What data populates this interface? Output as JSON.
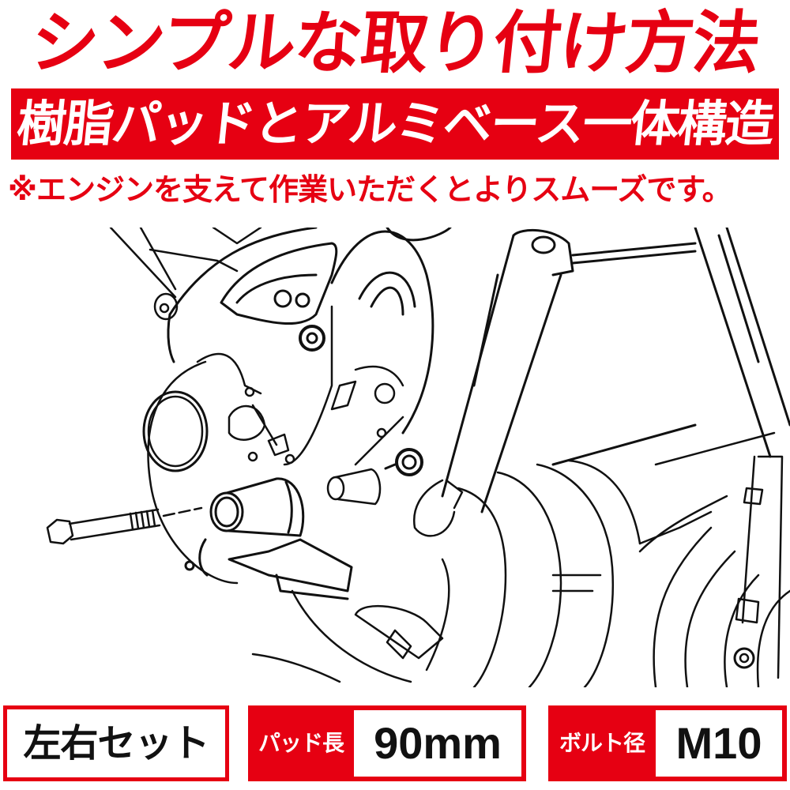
{
  "headline": "シンプルな取り付け方法",
  "banner": "樹脂パッドとアルミベース一体構造",
  "note": "※エンジンを支えて作業いただくとよりスムーズです。",
  "illustration": {
    "description": "Line drawing of motorcycle engine side with frame slider: bolt, resin pad, aluminum base and spacer being installed into engine mount",
    "parts": [
      "hex-bolt",
      "resin-pad",
      "aluminum-base",
      "spacer",
      "engine-case",
      "frame",
      "exhaust-pipes",
      "front-wheel",
      "brake-caliper"
    ]
  },
  "specs": [
    {
      "label": "",
      "value": "左右セット"
    },
    {
      "label": "パッド長",
      "value": "90mm"
    },
    {
      "label": "ボルト径",
      "value": "M10"
    }
  ],
  "colors": {
    "accent_red": "#e60012",
    "text_black": "#111111",
    "background": "#ffffff"
  }
}
